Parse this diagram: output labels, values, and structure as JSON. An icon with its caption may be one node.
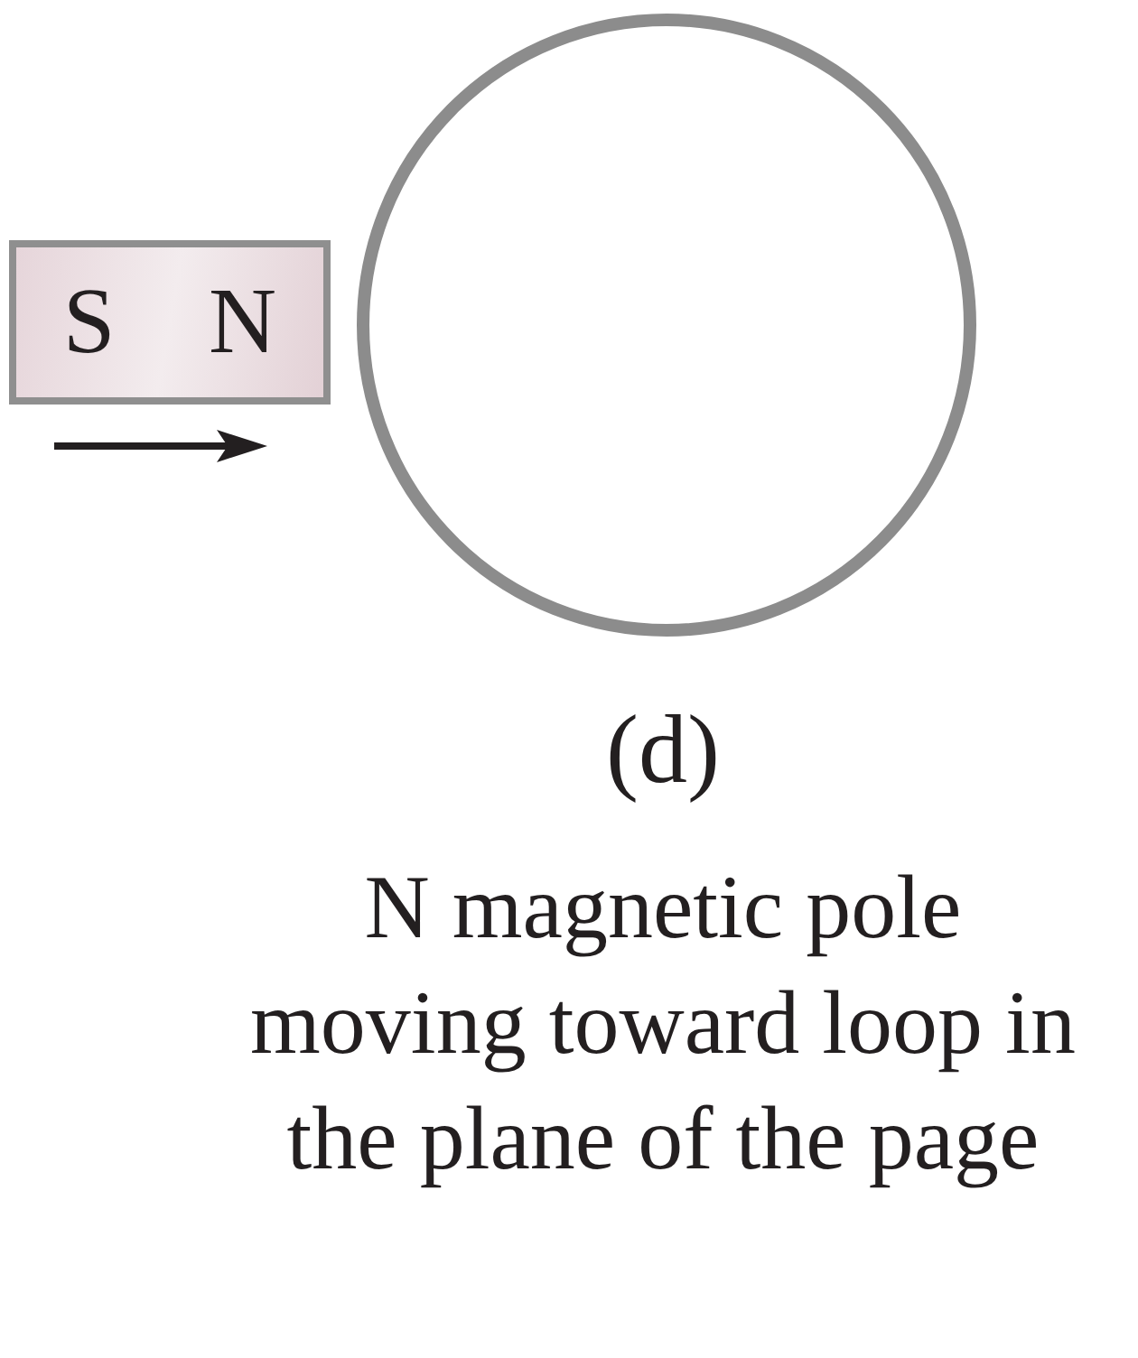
{
  "diagram": {
    "nodes": [
      {
        "text": [
          "S",
          "N"
        ]
      },
      {
        "text": [],
        "shape": "circle"
      }
    ],
    "labels": [
      "(d)",
      "N magnetic pole moving toward loop in the plane of the page"
    ]
  }
}
